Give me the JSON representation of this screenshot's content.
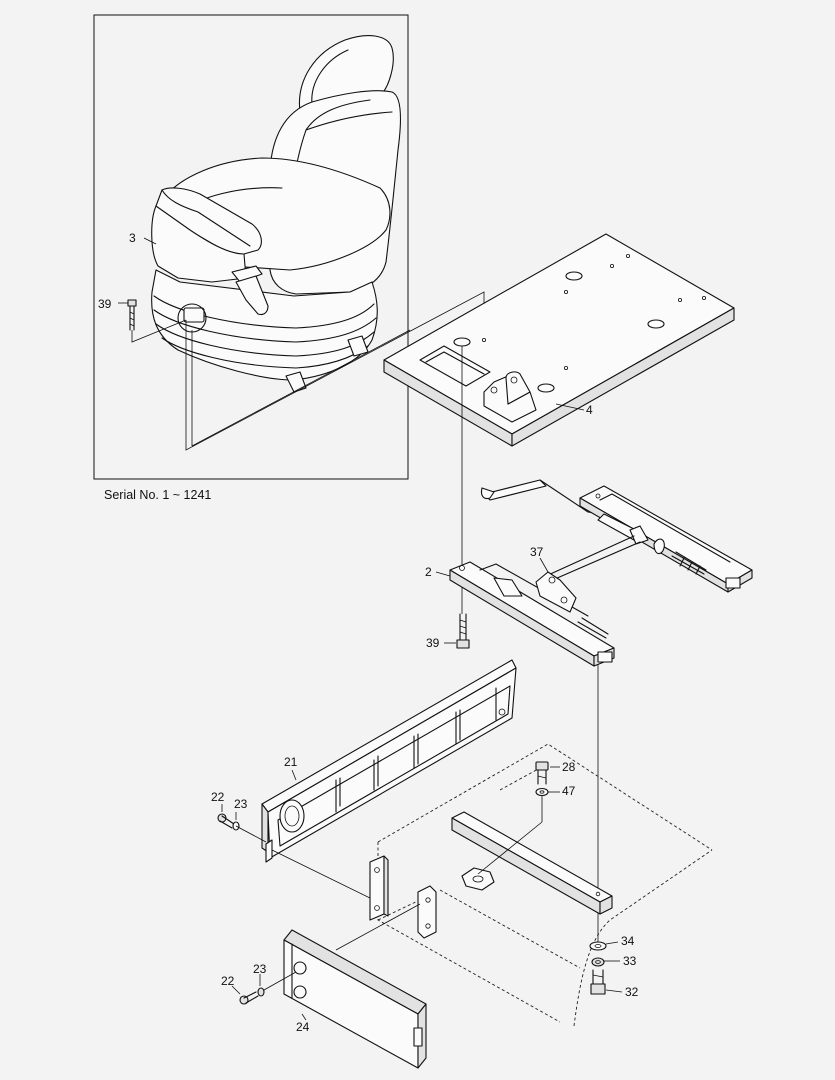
{
  "inset_caption": "Serial No. 1 ~ 1241",
  "callouts": {
    "c3": "3",
    "c39a": "39",
    "c4": "4",
    "c2": "2",
    "c37": "37",
    "c39b": "39",
    "c21": "21",
    "c22a": "22",
    "c23a": "23",
    "c28": "28",
    "c47": "47",
    "c34": "34",
    "c33": "33",
    "c32": "32",
    "c22b": "22",
    "c23b": "23",
    "c24": "24"
  }
}
